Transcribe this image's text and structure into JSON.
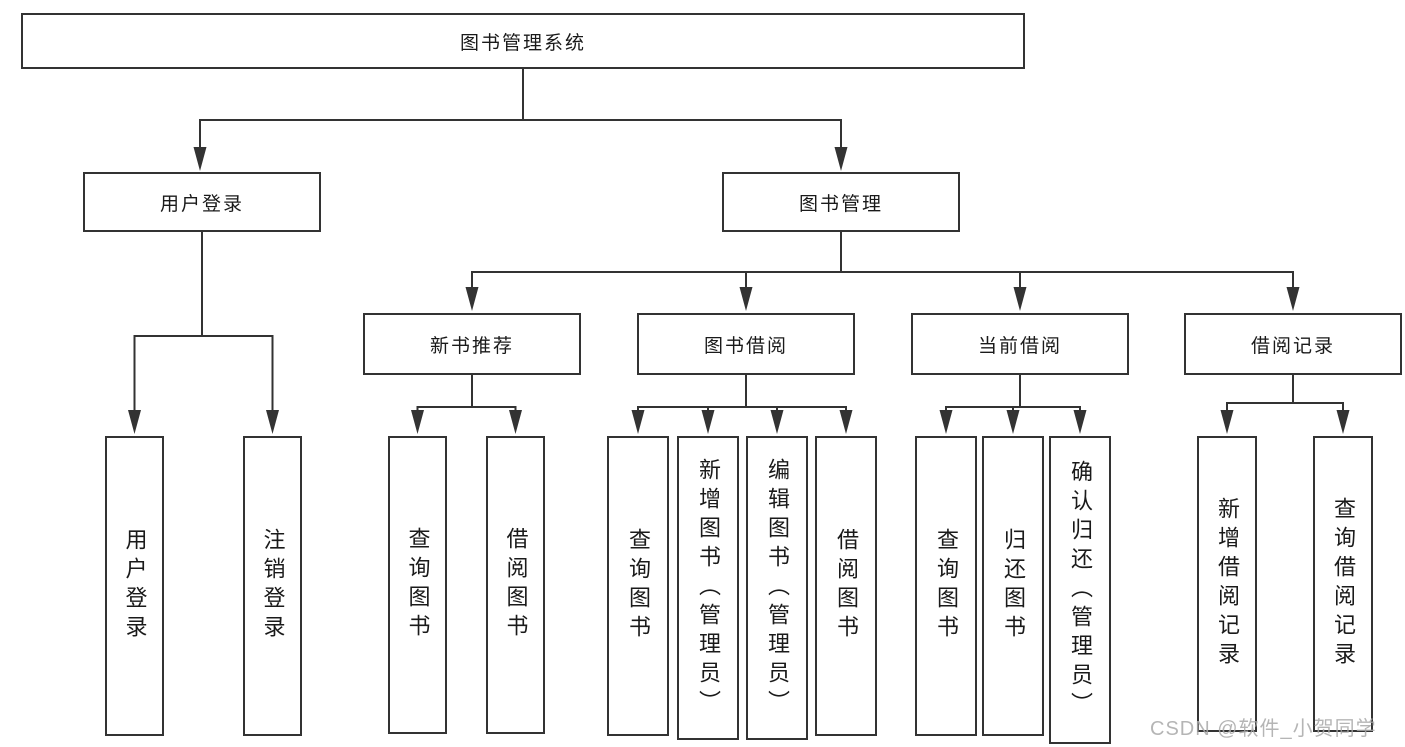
{
  "diagram_type": "hierarchy",
  "colors": {
    "line": "#333333",
    "box_border": "#333333",
    "text": "#1a1a1a",
    "watermark": "#a9a9a9",
    "background": "#ffffff"
  },
  "tree": {
    "label": "图书管理系统",
    "children": [
      {
        "label": "用户登录",
        "children": [
          {
            "label": "用户登录"
          },
          {
            "label": "注销登录"
          }
        ]
      },
      {
        "label": "图书管理",
        "children": [
          {
            "label": "新书推荐",
            "children": [
              {
                "label": "查询图书"
              },
              {
                "label": "借阅图书"
              }
            ]
          },
          {
            "label": "图书借阅",
            "children": [
              {
                "label": "查询图书"
              },
              {
                "label": "新增图书（管理员）"
              },
              {
                "label": "编辑图书（管理员）"
              },
              {
                "label": "借阅图书"
              }
            ]
          },
          {
            "label": "当前借阅",
            "children": [
              {
                "label": "查询图书"
              },
              {
                "label": "归还图书"
              },
              {
                "label": "确认归还（管理员）"
              }
            ]
          },
          {
            "label": "借阅记录",
            "children": [
              {
                "label": "新增借阅记录"
              },
              {
                "label": "查询借阅记录"
              }
            ]
          }
        ]
      }
    ]
  },
  "watermark": {
    "text": "CSDN @软件_小贺同学"
  }
}
